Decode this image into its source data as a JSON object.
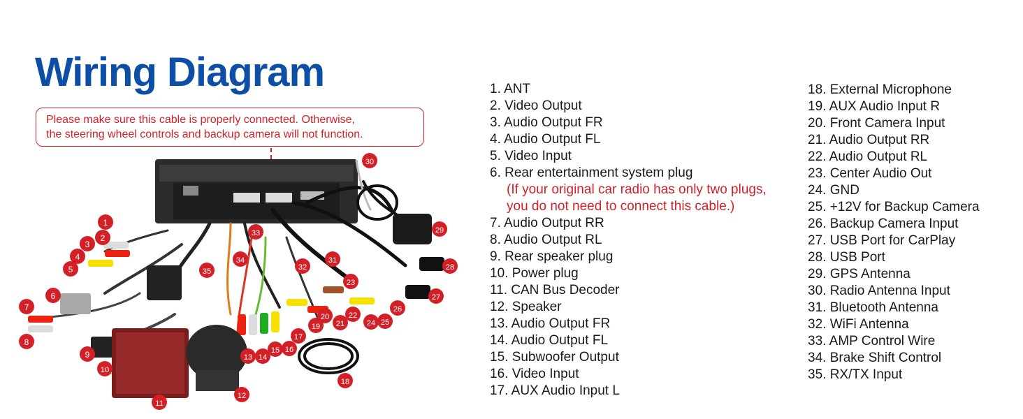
{
  "title": "Wiring Diagram",
  "warning": {
    "line1": "Please make sure this cable is properly connected. Otherwise,",
    "line2": "the steering wheel controls and backup camera will not function."
  },
  "legend": {
    "col1": [
      {
        "text": "1. ANT"
      },
      {
        "text": "2. Video Output"
      },
      {
        "text": "3. Audio Output FR"
      },
      {
        "text": "4. Audio Output FL"
      },
      {
        "text": "5. Video Input"
      },
      {
        "text": "6. Rear entertainment system plug"
      },
      {
        "note": "(If your original car radio has only two plugs,"
      },
      {
        "note": " you do not need to connect this cable.)"
      },
      {
        "text": "7. Audio Output RR"
      },
      {
        "text": "8. Audio Output RL"
      },
      {
        "text": "9. Rear speaker plug"
      },
      {
        "text": "10. Power plug"
      },
      {
        "text": "11. CAN Bus Decoder"
      },
      {
        "text": "12. Speaker"
      },
      {
        "text": "13. Audio Output FR"
      },
      {
        "text": "14. Audio Output FL"
      },
      {
        "text": "15. Subwoofer Output"
      },
      {
        "text": "16. Video Input"
      },
      {
        "text": "17. AUX Audio Input L"
      }
    ],
    "col2": [
      {
        "text": "18. External Microphone"
      },
      {
        "text": "19. AUX Audio Input R"
      },
      {
        "text": "20. Front Camera Input"
      },
      {
        "text": "21. Audio Output RR"
      },
      {
        "text": "22. Audio Output RL"
      },
      {
        "text": "23. Center Audio Out"
      },
      {
        "text": "24. GND"
      },
      {
        "text": "25. +12V for Backup Camera"
      },
      {
        "text": "26. Backup Camera Input"
      },
      {
        "text": "27. USB Port for CarPlay"
      },
      {
        "text": "28. USB Port"
      },
      {
        "text": "29. GPS Antenna"
      },
      {
        "text": "30. Radio Antenna Input"
      },
      {
        "text": "31. Bluetooth Antenna"
      },
      {
        "text": "32. WiFi Antenna"
      },
      {
        "text": "33. AMP Control Wire"
      },
      {
        "text": "34. Brake Shift Control"
      },
      {
        "text": "35. RX/TX Input"
      }
    ]
  },
  "badges": [
    "1",
    "2",
    "3",
    "4",
    "5",
    "6",
    "7",
    "8",
    "9",
    "10",
    "11",
    "12",
    "13",
    "14",
    "15",
    "16",
    "17",
    "18",
    "19",
    "20",
    "21",
    "22",
    "23",
    "24",
    "25",
    "26",
    "27",
    "28",
    "29",
    "30",
    "31",
    "32",
    "33",
    "34",
    "35"
  ],
  "colors": {
    "title_blue": "#0d4fa6",
    "accent_red": "#d31f26"
  }
}
